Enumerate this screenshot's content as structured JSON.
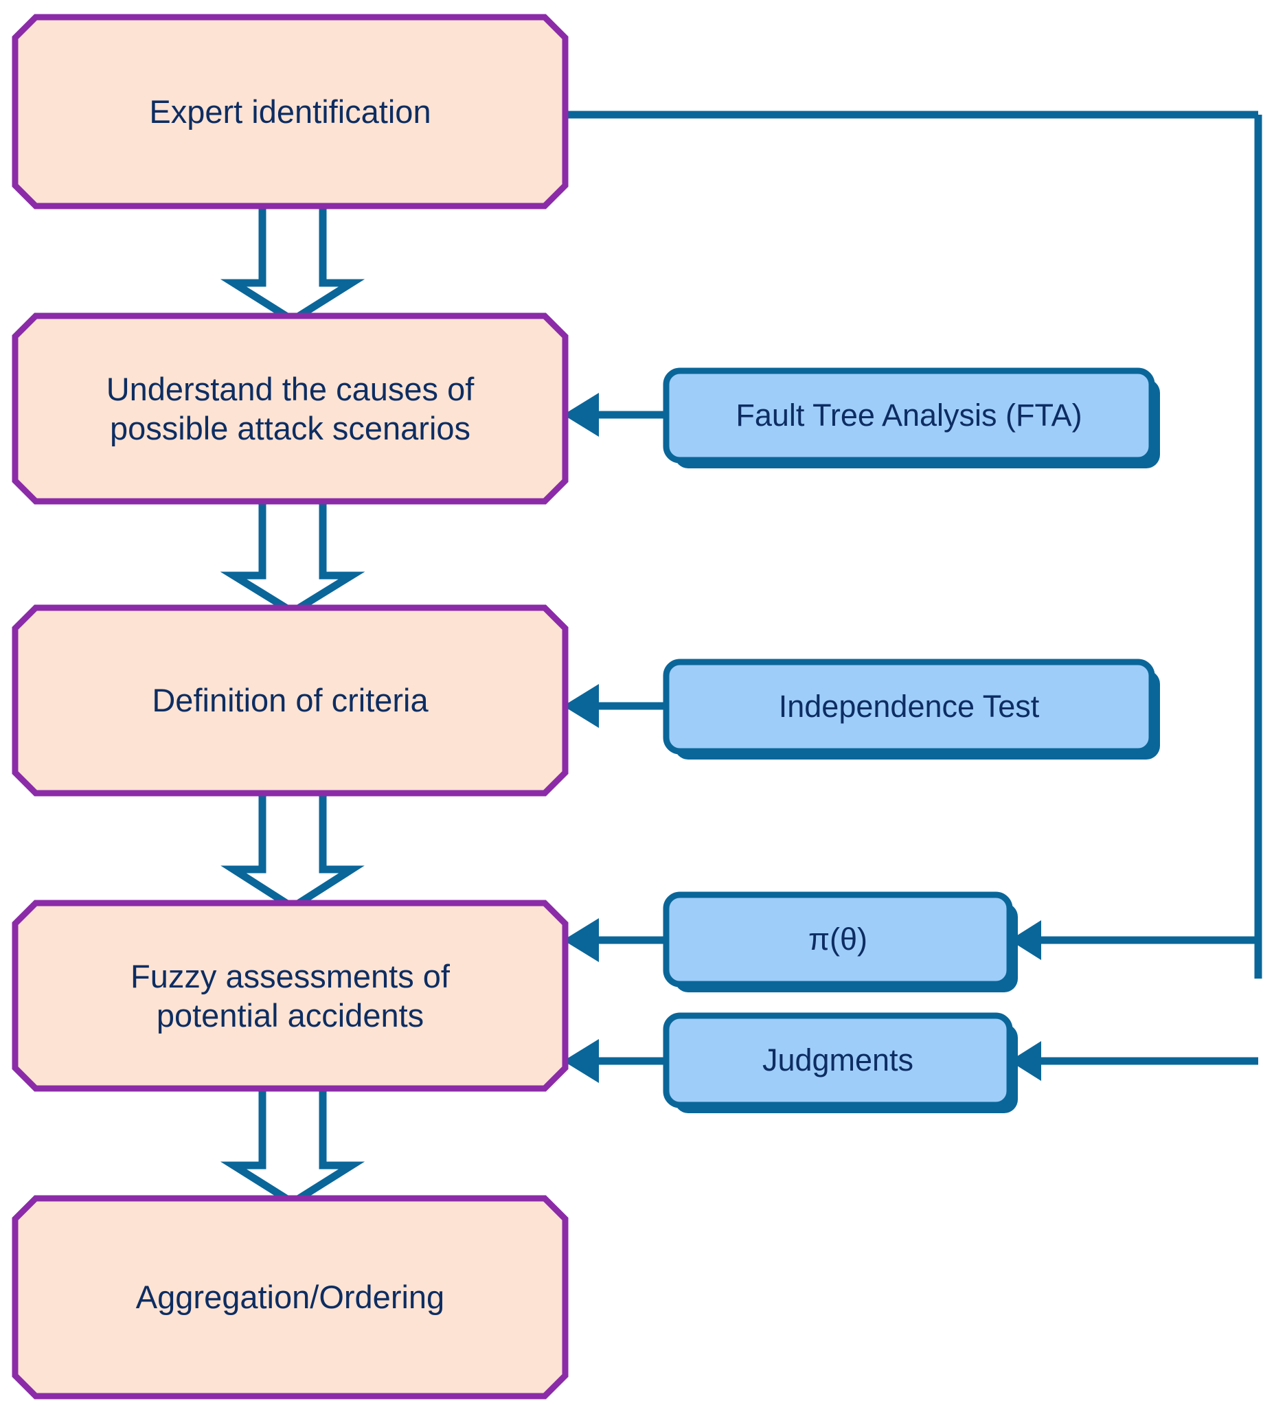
{
  "diagram": {
    "title": "Risk assessment methodology flowchart",
    "colors": {
      "process_fill": "#fce3d3",
      "process_stroke": "#8b2ba8",
      "support_fill": "#9ecdf9",
      "support_stroke": "#0a6699",
      "connector": "#0a6699",
      "block_arrow_fill": "#ffffff",
      "text": "#0d2d62",
      "background": "#ffffff"
    },
    "process_steps": [
      {
        "id": "expert-identification",
        "label": "Expert identification"
      },
      {
        "id": "understand-causes",
        "label": "Understand the causes of\npossible attack scenarios"
      },
      {
        "id": "definition-of-criteria",
        "label": "Definition of criteria"
      },
      {
        "id": "fuzzy-assessments",
        "label": "Fuzzy assessments of\npotential accidents"
      },
      {
        "id": "aggregation-ordering",
        "label": "Aggregation/Ordering"
      }
    ],
    "support_nodes": [
      {
        "id": "fault-tree-analysis",
        "label": "Fault Tree Analysis (FTA)"
      },
      {
        "id": "independence-test",
        "label": "Independence Test"
      },
      {
        "id": "prior-distribution",
        "label": "π(θ)"
      },
      {
        "id": "judgments",
        "label": "Judgments"
      }
    ],
    "connections": [
      {
        "from": "expert-identification",
        "to": "understand-causes",
        "style": "block-arrow-down"
      },
      {
        "from": "understand-causes",
        "to": "definition-of-criteria",
        "style": "block-arrow-down"
      },
      {
        "from": "definition-of-criteria",
        "to": "fuzzy-assessments",
        "style": "block-arrow-down"
      },
      {
        "from": "fuzzy-assessments",
        "to": "aggregation-ordering",
        "style": "block-arrow-down"
      },
      {
        "from": "fault-tree-analysis",
        "to": "understand-causes",
        "style": "line-arrow-left"
      },
      {
        "from": "independence-test",
        "to": "definition-of-criteria",
        "style": "line-arrow-left"
      },
      {
        "from": "prior-distribution",
        "to": "fuzzy-assessments",
        "style": "line-arrow-left"
      },
      {
        "from": "judgments",
        "to": "fuzzy-assessments",
        "style": "line-arrow-left"
      },
      {
        "from": "expert-identification",
        "to": "prior-distribution",
        "style": "routed-line-arrow-left"
      },
      {
        "from": "expert-identification",
        "to": "judgments",
        "style": "routed-line-arrow-left"
      }
    ]
  }
}
